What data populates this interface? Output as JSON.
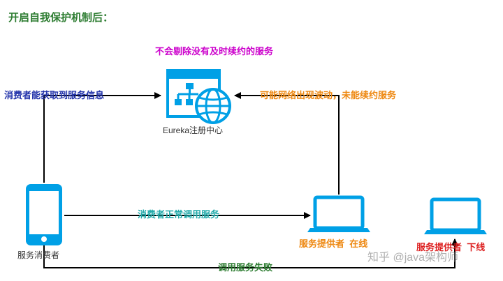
{
  "title": "开启自我保护机制后：",
  "eureka": {
    "caption": "不会剔除没有及时续约的服务",
    "label": "Eureka注册中心"
  },
  "consumer": {
    "get_label": "消费者能获取到服务信息",
    "name": "服务消费者"
  },
  "network_issue": "可能网络出现波动，未能续约服务",
  "normal_call": "消费者正常调用服务",
  "provider_online": "服务提供者  在线",
  "provider_offline": "服务提供者  下线",
  "call_fail": "调用服务失败",
  "watermark": "知乎 @java架构师",
  "colors": {
    "line": "#000000",
    "blue_icon": "#00a0e6",
    "title_green": "#2e7d32",
    "magenta": "#cc00cc",
    "navy": "#2233aa",
    "orange": "#ee8811",
    "teal": "#22aaaa",
    "red": "#dd2222"
  },
  "icons": [
    "server-globe-icon",
    "phone-icon",
    "laptop-icon"
  ]
}
